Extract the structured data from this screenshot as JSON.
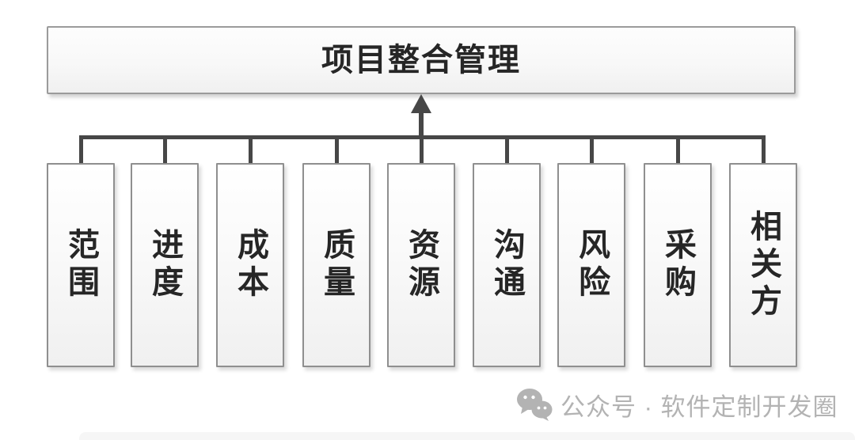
{
  "diagram": {
    "title": "项目整合管理",
    "boxes": [
      "范围",
      "进度",
      "成本",
      "质量",
      "资源",
      "沟通",
      "风险",
      "采购",
      "相关方"
    ]
  },
  "watermark": {
    "icon": "wechat-icon",
    "text": "公众号 · 软件定制开发圈"
  },
  "colors": {
    "connector": "#474747",
    "box_border": "#8f8f8f",
    "title_border": "#9b9b9b",
    "box_text": "#262626",
    "watermark": "#b3b3b3"
  }
}
